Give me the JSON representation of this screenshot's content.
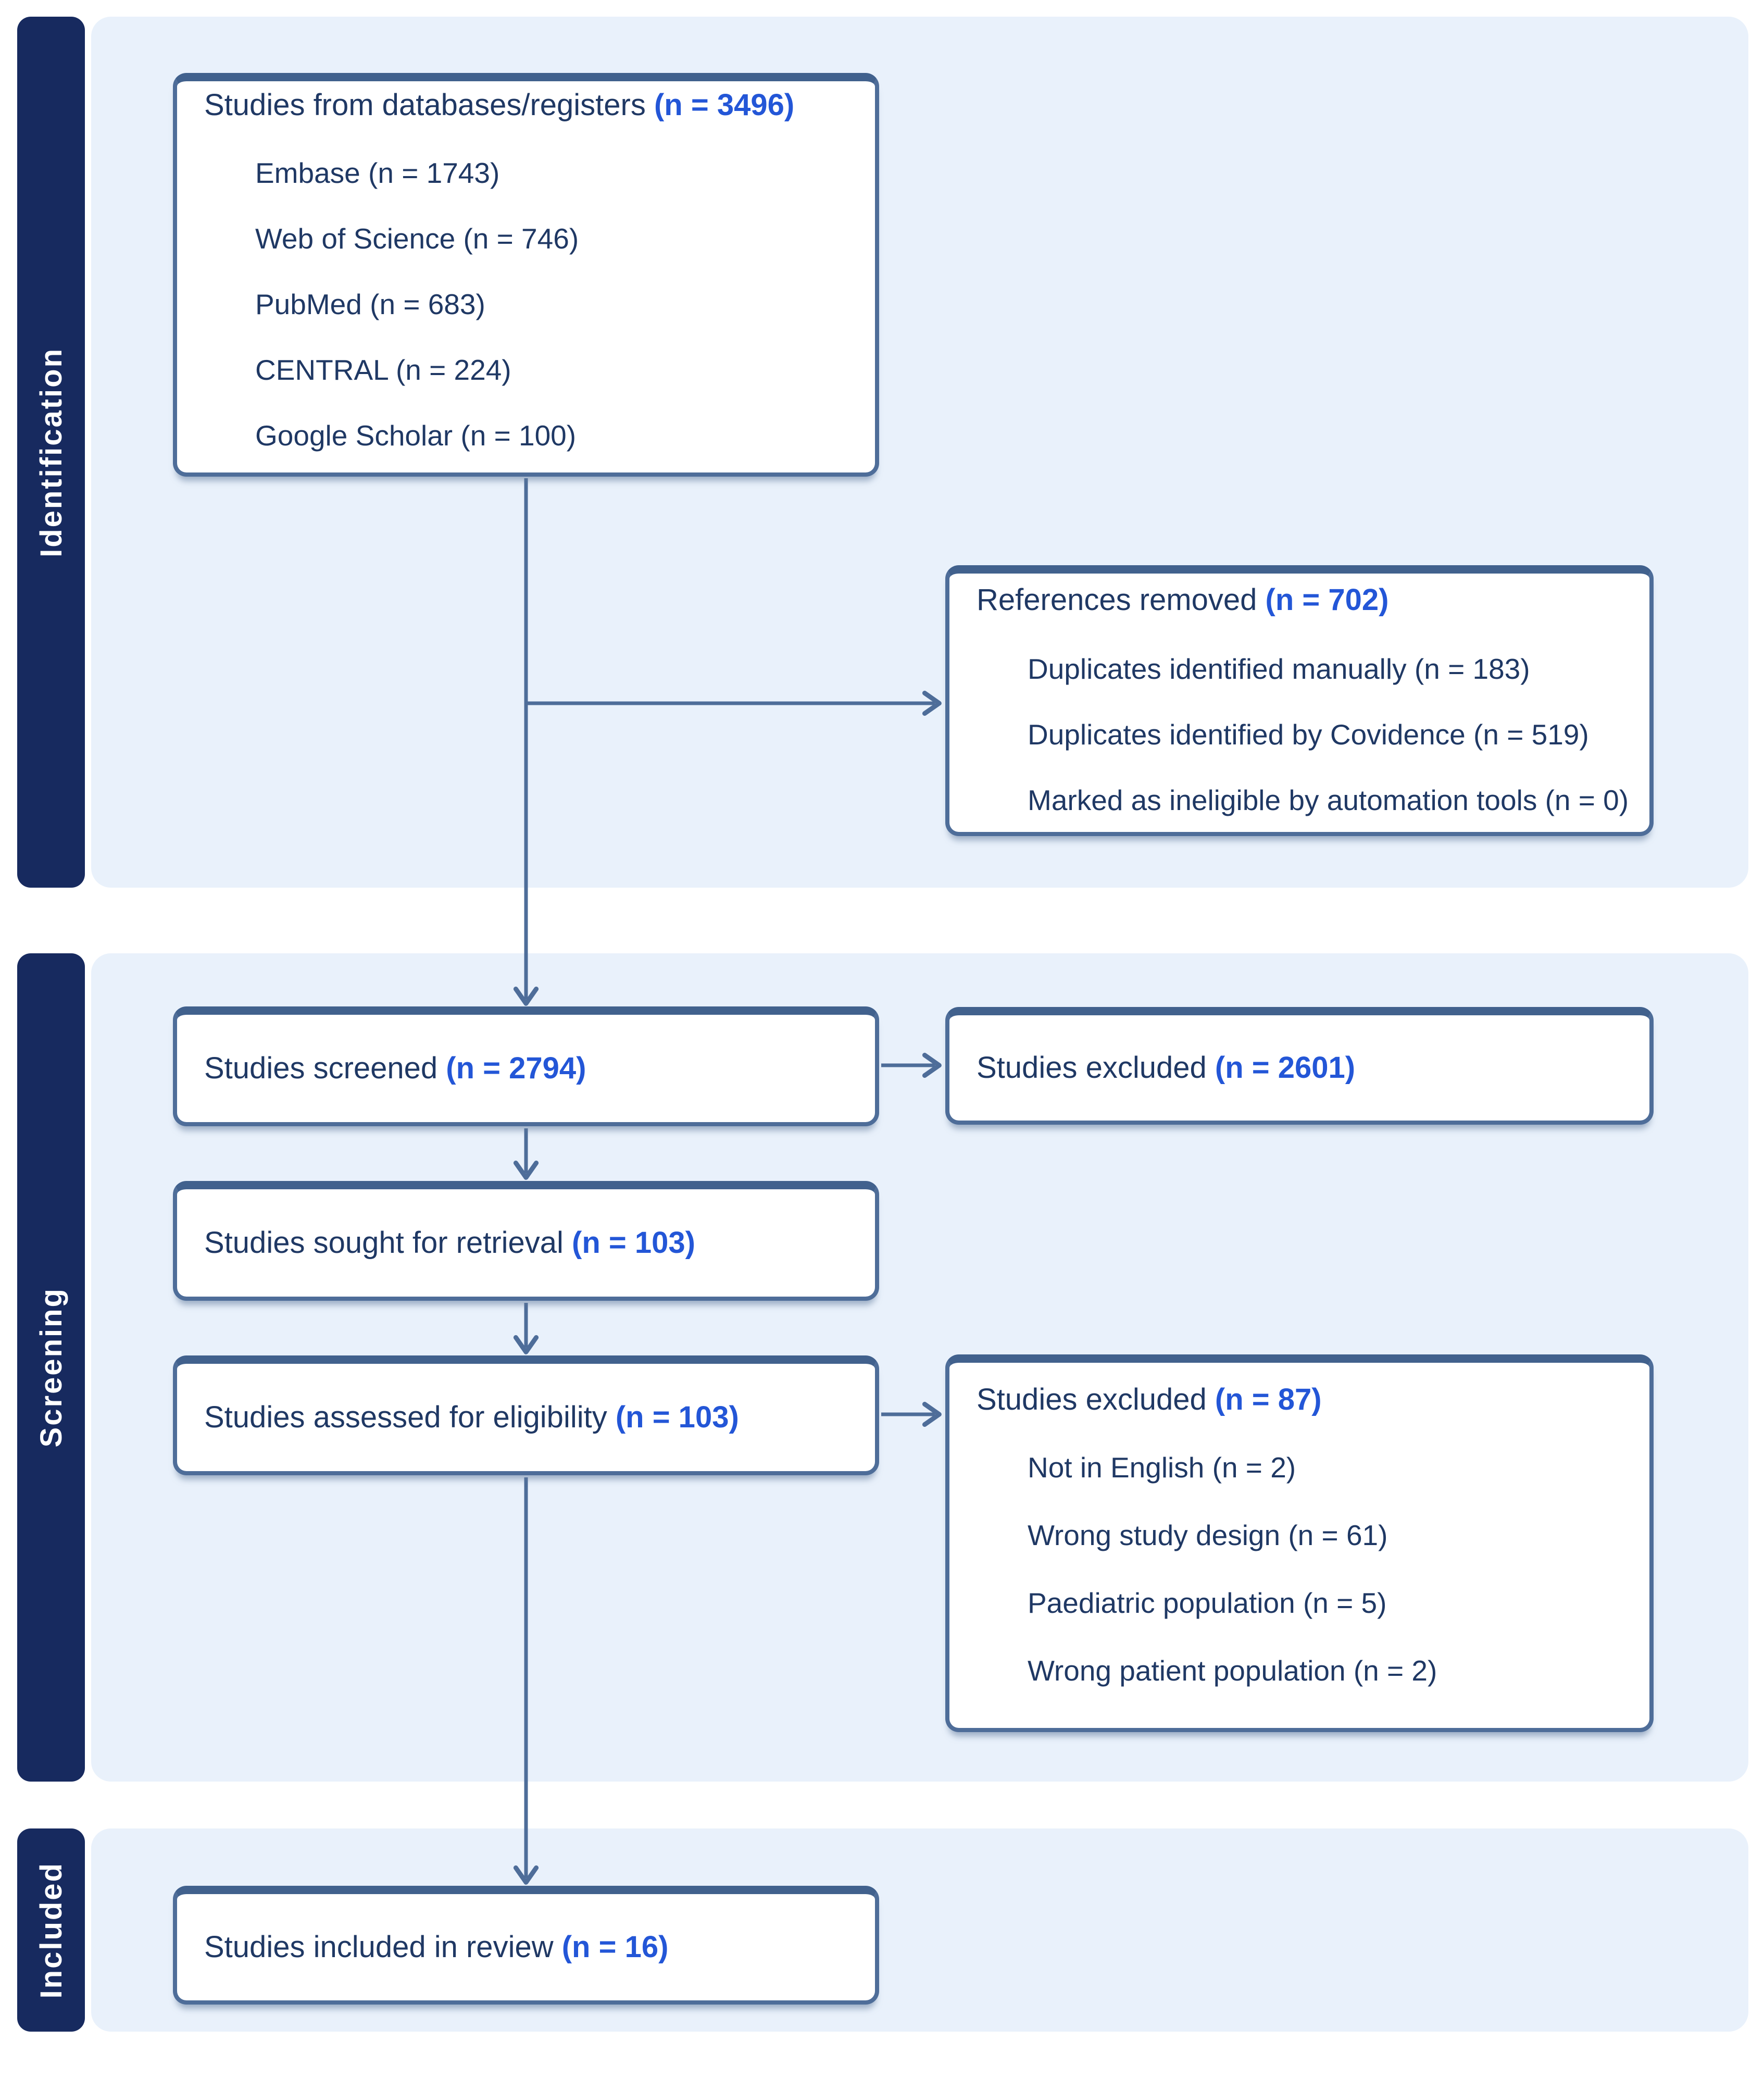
{
  "palette": {
    "sidebar_navy": "#172A5F",
    "band_blue": "#E9F1FB",
    "box_border": "#4E6D99",
    "box_border_top": "#41618D",
    "text_navy": "#1F3864",
    "accent_blue": "#2356D7",
    "arrow": "#4E6D99",
    "box_bg": "#FFFFFF",
    "page_bg": "#FFFFFF"
  },
  "sidebar": {
    "stages": [
      {
        "label": "Identification"
      },
      {
        "label": "Screening"
      },
      {
        "label": "Included"
      }
    ]
  },
  "boxes": {
    "databases": {
      "title": "Studies from databases/registers",
      "n": "(n = 3496)",
      "items": [
        "Embase (n = 1743)",
        "Web of Science (n = 746)",
        "PubMed (n = 683)",
        "CENTRAL (n = 224)",
        "Google Scholar (n = 100)"
      ]
    },
    "references_removed": {
      "title": "References removed",
      "n": "(n = 702)",
      "items": [
        "Duplicates identified manually (n = 183)",
        "Duplicates identified by Covidence (n = 519)",
        "Marked as ineligible by automation tools (n = 0)"
      ]
    },
    "screened": {
      "title": "Studies screened",
      "n": "(n = 2794)"
    },
    "excluded_screening": {
      "title": "Studies excluded",
      "n": "(n = 2601)"
    },
    "sought": {
      "title": "Studies sought for retrieval",
      "n": "(n = 103)"
    },
    "assessed": {
      "title": "Studies assessed for eligibility",
      "n": "(n = 103)"
    },
    "excluded_eligibility": {
      "title": "Studies excluded",
      "n": "(n = 87)",
      "items": [
        "Not in English (n = 2)",
        "Wrong study design (n = 61)",
        "Paediatric population (n = 5)",
        "Wrong patient population (n = 2)"
      ]
    },
    "included": {
      "title": "Studies included in review",
      "n": "(n = 16)"
    }
  }
}
